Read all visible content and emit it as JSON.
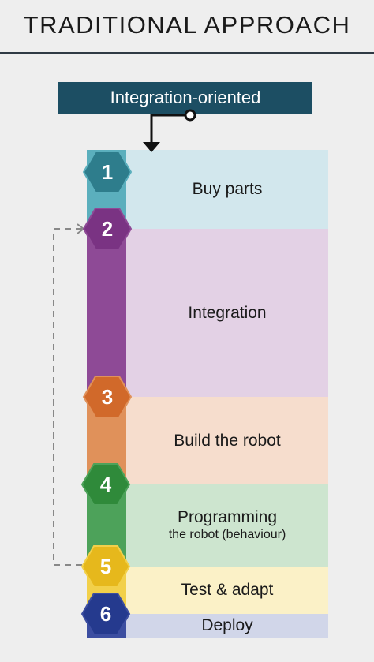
{
  "title": "TRADITIONAL APPROACH",
  "banner": "Integration-oriented",
  "steps": [
    {
      "num": "1",
      "label": "Buy parts",
      "bar_color": "#5bafbd",
      "panel_color": "#d2e7ed",
      "hex_color": "#2e7d8c"
    },
    {
      "num": "2",
      "label": "Integration",
      "bar_color": "#8e4a96",
      "panel_color": "#e3d1e5",
      "hex_color": "#7a3383"
    },
    {
      "num": "3",
      "label": "Build the robot",
      "bar_color": "#e0915a",
      "panel_color": "#f6ddcd",
      "hex_color": "#d1692a"
    },
    {
      "num": "4",
      "label": "Programming",
      "sublabel": "the robot (behaviour)",
      "bar_color": "#4da25a",
      "panel_color": "#cde5cf",
      "hex_color": "#2f8a3a"
    },
    {
      "num": "5",
      "label": "Test & adapt",
      "bar_color": "#f2d04a",
      "panel_color": "#fbf1c7",
      "hex_color": "#e6b81c"
    },
    {
      "num": "6",
      "label": "Deploy",
      "bar_color": "#3c4ea1",
      "panel_color": "#d1d6e9",
      "hex_color": "#253a8e"
    }
  ]
}
